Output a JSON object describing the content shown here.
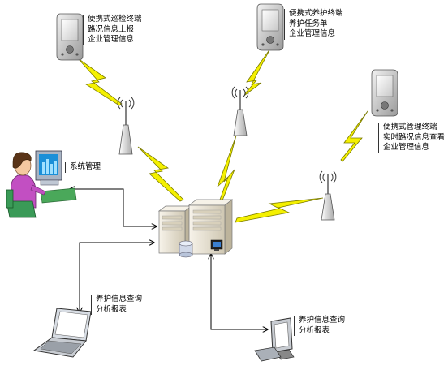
{
  "labels": {
    "patrol_terminal": [
      "便携式巡检终端",
      "路况信息上报",
      "企业管理信息"
    ],
    "maintenance_terminal": [
      "便携式养护终端",
      "养护任务单",
      "企业管理信息"
    ],
    "management_terminal": [
      "便携式管理终端",
      "实时路况信息查看",
      "企业管理信息"
    ],
    "admin_user": [
      "系统管理"
    ],
    "laptop_client": [
      "养护信息查询",
      "分析报表"
    ],
    "desktop_client": [
      "养护信息查询",
      "分析报表"
    ]
  },
  "colors": {
    "lightning": "#f4f000",
    "lightning_stroke": "#7a7a00",
    "device_gray": "#c9c9c9",
    "server_body": "#ece6d6",
    "screen_blue": "#3a7fd0",
    "person_purple": "#c24fc2",
    "chair_green": "#3a9a57"
  },
  "icons": [
    "pda-icon",
    "antenna-icon",
    "lightning-icon",
    "server-icon",
    "laptop-icon",
    "monitor-icon",
    "person-at-computer-icon",
    "database-icon"
  ]
}
